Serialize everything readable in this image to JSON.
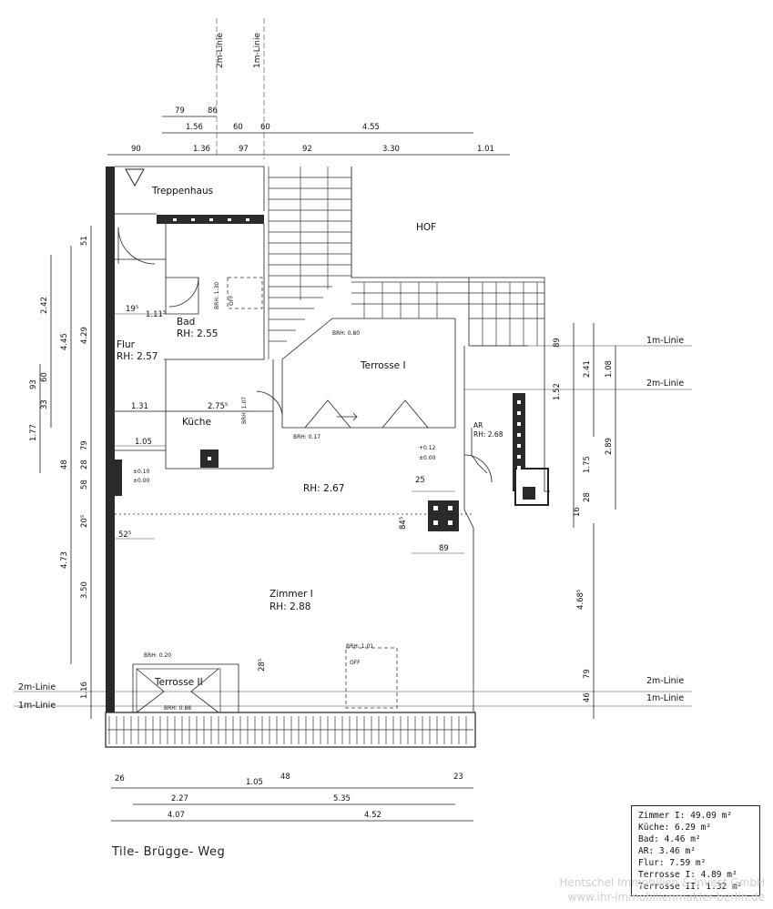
{
  "plan": {
    "street": "Tile- Brügge- Weg",
    "line_labels": {
      "m2_vertical": "2m-Linie",
      "m1_vertical": "1m-Linie",
      "m1_upper": "1m-Linie",
      "m2_upper": "2m-Linie",
      "m2_lower_left": "2m-Linie",
      "m1_lower_left": "1m-Linie",
      "m2_lower_right": "2m-Linie",
      "m1_lower_right": "1m-Linie"
    },
    "rooms": {
      "treppenhaus": "Treppenhaus",
      "hof": "HOF",
      "bad_name": "Bad",
      "bad_rh": "RH: 2.55",
      "flur_name": "Flur",
      "flur_rh": "RH: 2.57",
      "kueche": "Küche",
      "terrasse1": "Terrosse I",
      "ar_name": "AR",
      "ar_rh": "RH: 2.68",
      "main_rh": "RH: 2.67",
      "zimmer_name": "Zimmer I",
      "zimmer_rh": "RH: 2.88",
      "terrasse2": "Terrosse II"
    },
    "small_labels": {
      "brh_bad": "BRH: 1.30",
      "off_bad": "OFF",
      "brh_terr": "BRH: 0.80",
      "brh_kueche": "BRH: 1.07",
      "brh_017": "BRH: 0.17",
      "brh_t2_top": "BRH: 0.20",
      "brh_t2_bottom": "BRH: 0.88",
      "brh_101": "BRH: 1.01",
      "off_main": "OFF",
      "lvl_p010": "±0.10",
      "lvl_p000_left": "±0.00",
      "lvl_p012": "+0.12",
      "lvl_p000_right": "±0.00"
    },
    "top_dims": {
      "r1_a": "79",
      "r1_b": "86",
      "r2_a": "1.56",
      "r2_b": "60",
      "r2_c": "60",
      "r2_d": "4.55",
      "r3_a": "90",
      "r3_b": "1.36",
      "r3_c": "97",
      "r3_d": "92",
      "r3_e": "3.30",
      "r3_f": "1.01"
    },
    "left_dims": {
      "d51": "51",
      "d242": "2.42",
      "d445": "4.45",
      "d429": "4.29",
      "d93": "93",
      "d60": "60",
      "d33": "33",
      "d177": "1.77",
      "d79": "79",
      "d48": "48",
      "d28": "28",
      "d58": "58",
      "d205": "20⁵",
      "d473": "4.73",
      "d350": "3.50",
      "d116": "1.16"
    },
    "inner_dims": {
      "d195": "19⁵",
      "d1115": "1.11⁵",
      "d131": "1.31",
      "d2755": "2.75⁵",
      "d105": "1.05",
      "d525": "52⁵",
      "d25": "25",
      "d845": "84⁵",
      "d89": "89",
      "d285": "28⁵"
    },
    "right_dims": {
      "d89": "89",
      "d241": "2.41",
      "d108": "1.08",
      "d152": "1.52",
      "d175": "1.75",
      "d289": "2.89",
      "d28": "28",
      "d16": "16",
      "d4685": "4.68⁵",
      "d79": "79",
      "d46": "46"
    },
    "bottom_dims": {
      "d26": "26",
      "d105": "1.05",
      "d48": "48",
      "d23": "23",
      "d227": "2.27",
      "d535": "5.35",
      "d407": "4.07",
      "d452": "4.52"
    },
    "areas": [
      "Zimmer I: 49.09 m²",
      "Küche: 6.29 m²",
      "Bad: 4.46 m²",
      "AR: 3.46 m²",
      "Flur: 7.59 m²",
      "Terrosse I: 4.89 m²",
      "Terrosse II: 1.32 m²"
    ],
    "watermark_line1": "Hentschel Immobilien & Invest GmbH",
    "watermark_line2": "www.ihr-immobilienmakler-berlin.de"
  }
}
